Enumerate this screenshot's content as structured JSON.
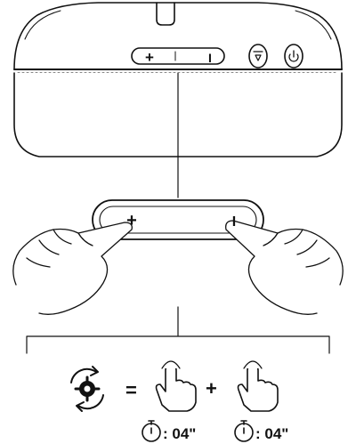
{
  "device": {
    "volume_up_symbol": "+",
    "volume_down_symbol": "I"
  },
  "instruction": {
    "equals_symbol": "=",
    "plus_symbol": "+",
    "hold_duration_left": ": 04\"",
    "hold_duration_right": ": 04\""
  },
  "icons": {
    "reset": "reset-gear-icon",
    "left_press": "finger-press-icon",
    "right_press": "finger-press-icon",
    "timer": "stopwatch-icon"
  }
}
